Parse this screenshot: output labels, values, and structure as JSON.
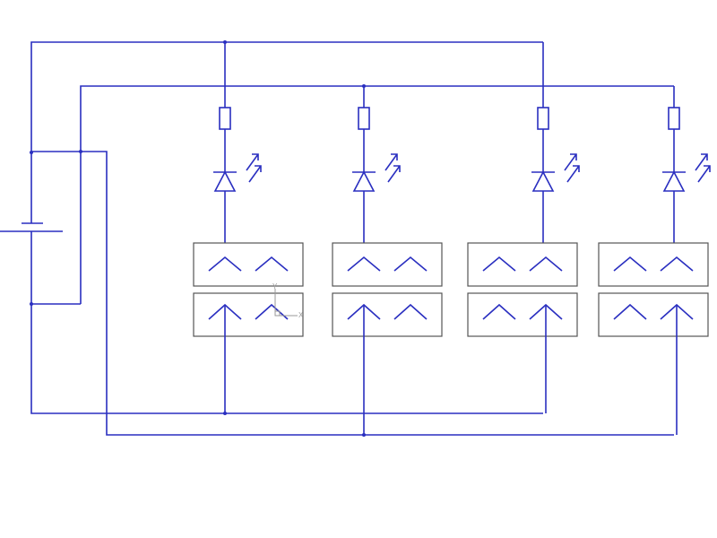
{
  "diagram": {
    "type": "circuit-schematic",
    "wire_color": "#2a2fc0",
    "box_color": "#555555",
    "columns": [
      {
        "name": "branch-1",
        "connector_side": "left"
      },
      {
        "name": "branch-2",
        "connector_side": "left"
      },
      {
        "name": "branch-3",
        "connector_side": "right"
      },
      {
        "name": "branch-4",
        "connector_side": "right"
      }
    ],
    "axis_indicator": {
      "x_label": "X",
      "y_label": "Y"
    }
  }
}
